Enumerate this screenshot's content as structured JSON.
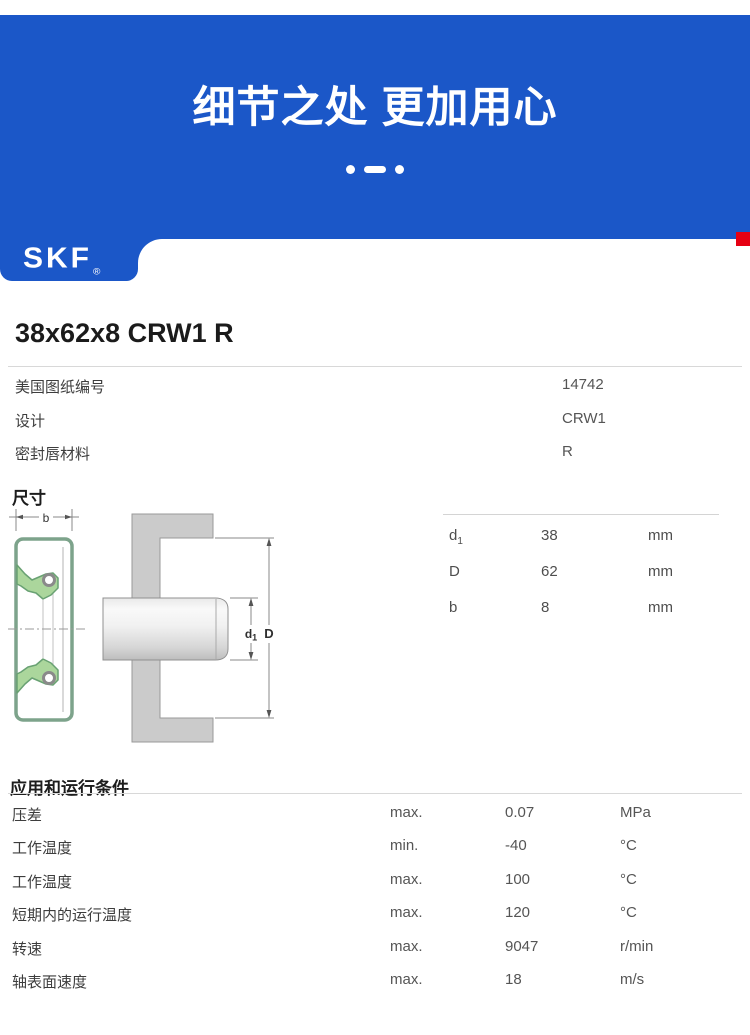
{
  "banner": {
    "title": "细节之处 更加用心"
  },
  "brand": {
    "logo": "SKF",
    "registered": "®"
  },
  "product": {
    "title": "38x62x8 CRW1 R"
  },
  "specs": {
    "rows": [
      {
        "label": "美国图纸编号",
        "value": "14742"
      },
      {
        "label": "设计",
        "value": "CRW1"
      },
      {
        "label": "密封唇材料",
        "value": "R"
      }
    ]
  },
  "dimensions": {
    "heading": "尺寸",
    "rows": [
      {
        "symbol": "d",
        "sub": "1",
        "value": "38",
        "unit": "mm"
      },
      {
        "symbol": "D",
        "sub": "",
        "value": "62",
        "unit": "mm"
      },
      {
        "symbol": "b",
        "sub": "",
        "value": "8",
        "unit": "mm"
      }
    ],
    "drawing_labels": {
      "b": "b",
      "d": "d",
      "d_sub": "1",
      "D": "D"
    }
  },
  "conditions": {
    "heading": "应用和运行条件",
    "rows": [
      {
        "label": "压差",
        "constraint": "max.",
        "value": "0.07",
        "unit": "MPa"
      },
      {
        "label": "工作温度",
        "constraint": "min.",
        "value": "-40",
        "unit": "°C"
      },
      {
        "label": "工作温度",
        "constraint": "max.",
        "value": "100",
        "unit": "°C"
      },
      {
        "label": "短期内的运行温度",
        "constraint": "max.",
        "value": "120",
        "unit": "°C"
      },
      {
        "label": "转速",
        "constraint": "max.",
        "value": "9047",
        "unit": "r/min"
      },
      {
        "label": "轴表面速度",
        "constraint": "max.",
        "value": "18",
        "unit": "m/s"
      }
    ]
  },
  "colors": {
    "banner_blue": "#1b57c8",
    "accent_red": "#e60013",
    "seal_case_green": "#7da38b",
    "seal_lip_green": "#abd69c",
    "housing_gray": "#cbcbcb"
  }
}
